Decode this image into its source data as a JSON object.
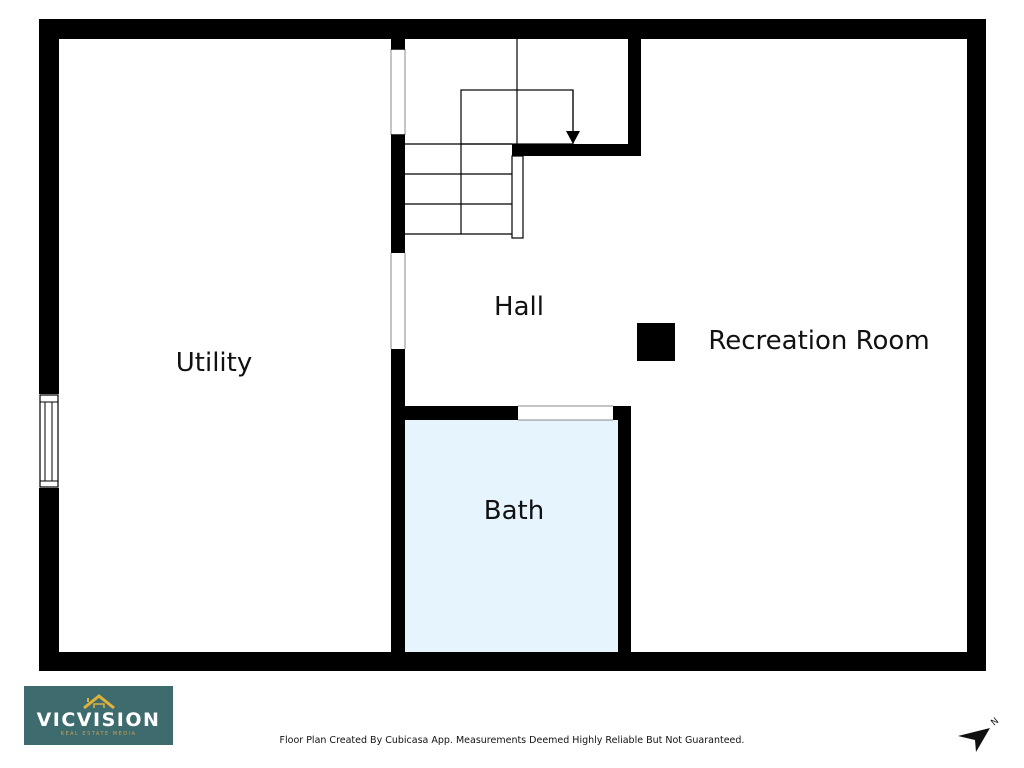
{
  "rooms": {
    "utility": "Utility",
    "hall": "Hall",
    "recreation": "Recreation Room",
    "bath": "Bath"
  },
  "logo": {
    "name": "VICVISION",
    "tagline": "REAL ESTATE MEDIA"
  },
  "disclaimer": "Floor Plan Created By Cubicasa App. Measurements Deemed Highly Reliable But Not Guaranteed.",
  "north_arrow": {
    "label": "N"
  },
  "colors": {
    "wall": "#000000",
    "bath_fill": "#e6f4fd",
    "logo_bg": "#3e6b6e",
    "logo_accent": "#e0b23a"
  }
}
